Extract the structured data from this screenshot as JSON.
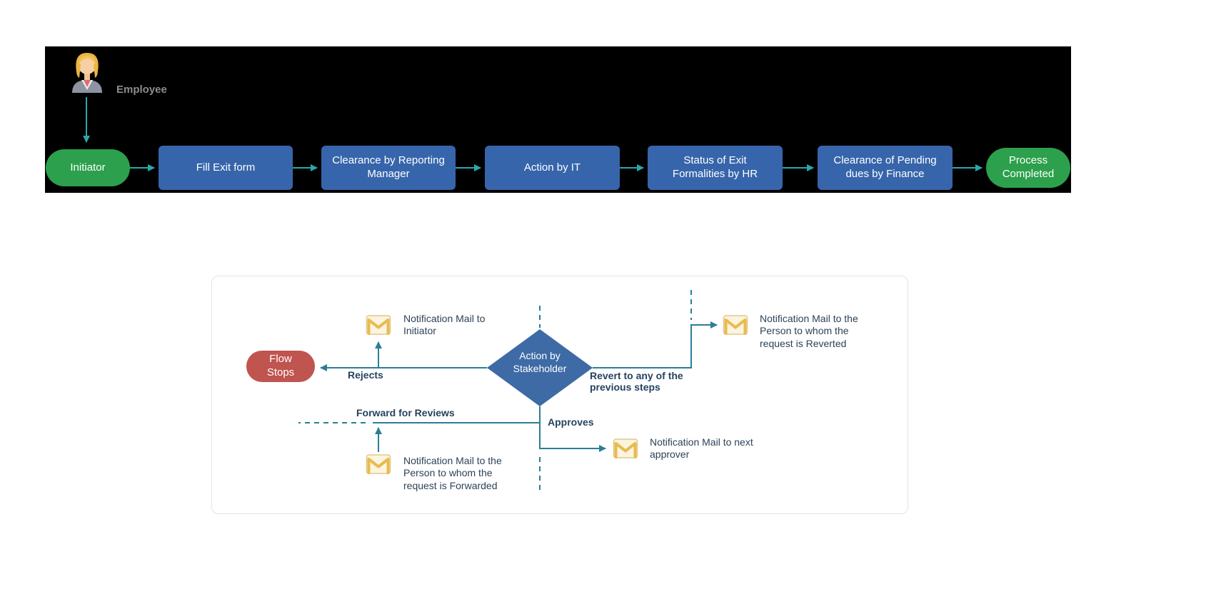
{
  "top_flow": {
    "actor": {
      "label": "Employee"
    },
    "nodes": [
      {
        "label": "Initiator"
      },
      {
        "label": "Fill Exit form"
      },
      {
        "label": "Clearance by Reporting Manager"
      },
      {
        "label": "Action by IT"
      },
      {
        "label": "Status of Exit Formalities by HR"
      },
      {
        "label": "Clearance of Pending dues by Finance"
      },
      {
        "label": "Process Completed"
      }
    ]
  },
  "panel": {
    "decision": "Action by Stakeholder",
    "terminal": "Flow Stops",
    "labels": {
      "rejects": "Rejects",
      "approves": "Approves",
      "revert": "Revert to any of the previous steps",
      "forward": "Forward for Reviews"
    },
    "mails": {
      "to_initiator": "Notification Mail to Initiator",
      "reverted": "Notification Mail to the Person to whom the request is Reverted",
      "next_approver": "Notification Mail to next approver",
      "forwarded": "Notification Mail to the Person to whom the request is Forwarded"
    }
  },
  "icons": {
    "mail": "mail-icon",
    "actor": "employee-avatar-icon"
  },
  "colors": {
    "banner_bg": "#000000",
    "process_box": "#3765ab",
    "start_end": "#2ca04c",
    "stop": "#c0544f",
    "decision": "#3e6ba6",
    "connector_top": "#2aa7ac",
    "connector_panel": "#2a7f97"
  }
}
